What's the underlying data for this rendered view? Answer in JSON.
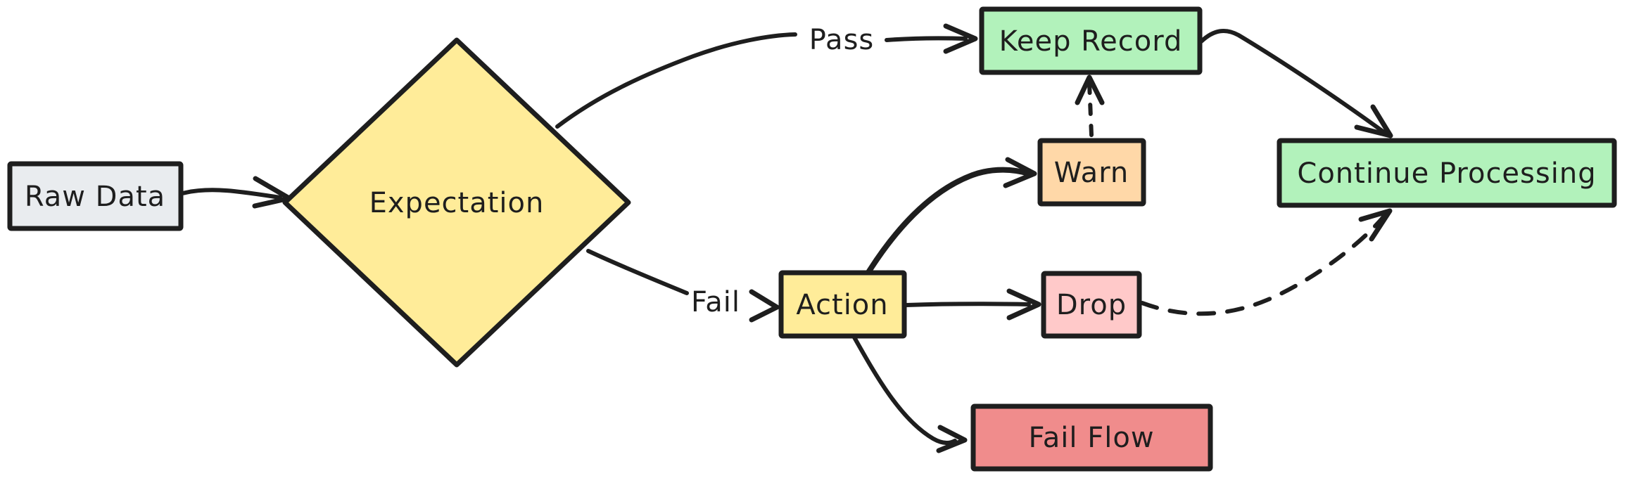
{
  "canvas": {
    "background": "#ffffff",
    "stroke_color": "#1e1e1e",
    "style": "hand-drawn-flowchart"
  },
  "nodes": [
    {
      "id": "raw-data",
      "label": "Raw Data",
      "shape": "rectangle",
      "fill": "#e9ecef"
    },
    {
      "id": "expectation",
      "label": "Expectation",
      "shape": "diamond",
      "fill": "#ffec99"
    },
    {
      "id": "keep-record",
      "label": "Keep Record",
      "shape": "rectangle",
      "fill": "#b2f2bb"
    },
    {
      "id": "warn",
      "label": "Warn",
      "shape": "rectangle",
      "fill": "#ffd8a8"
    },
    {
      "id": "action",
      "label": "Action",
      "shape": "rectangle",
      "fill": "#ffec99"
    },
    {
      "id": "drop",
      "label": "Drop",
      "shape": "rectangle",
      "fill": "#ffc9c9"
    },
    {
      "id": "fail-flow",
      "label": "Fail Flow",
      "shape": "rectangle",
      "fill": "#f08c8c"
    },
    {
      "id": "continue-processing",
      "label": "Continue Processing",
      "shape": "rectangle",
      "fill": "#b2f2bb"
    }
  ],
  "edges": [
    {
      "from": "raw-data",
      "to": "expectation",
      "label": "",
      "style": "solid"
    },
    {
      "from": "expectation",
      "to": "keep-record",
      "label": "Pass",
      "style": "solid"
    },
    {
      "from": "expectation",
      "to": "action",
      "label": "Fail",
      "style": "solid"
    },
    {
      "from": "action",
      "to": "warn",
      "label": "",
      "style": "solid"
    },
    {
      "from": "action",
      "to": "drop",
      "label": "",
      "style": "solid"
    },
    {
      "from": "action",
      "to": "fail-flow",
      "label": "",
      "style": "solid"
    },
    {
      "from": "warn",
      "to": "keep-record",
      "label": "",
      "style": "dashed"
    },
    {
      "from": "keep-record",
      "to": "continue-processing",
      "label": "",
      "style": "solid"
    },
    {
      "from": "drop",
      "to": "continue-processing",
      "label": "",
      "style": "dashed"
    }
  ]
}
